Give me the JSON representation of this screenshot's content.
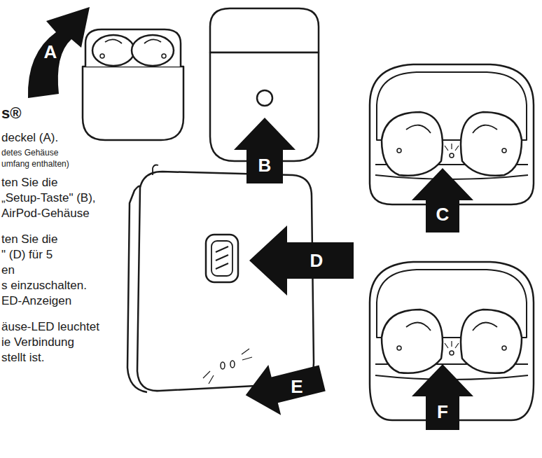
{
  "diagram": {
    "labels": [
      "s®",
      "deckel (A).",
      "detes Gehäuse",
      "umfang enthalten)",
      "ten Sie die",
      "„Setup-Taste\" (B),",
      "AirPod-Gehäuse",
      "ten Sie die",
      "\" (D) für 5",
      "en",
      "s einzuschalten.",
      "ED-Anzeigen",
      "äuse-LED leuchtet",
      "ie Verbindung",
      "stellt ist.",
      "A",
      "B",
      "C",
      "D",
      "E",
      "F"
    ]
  }
}
